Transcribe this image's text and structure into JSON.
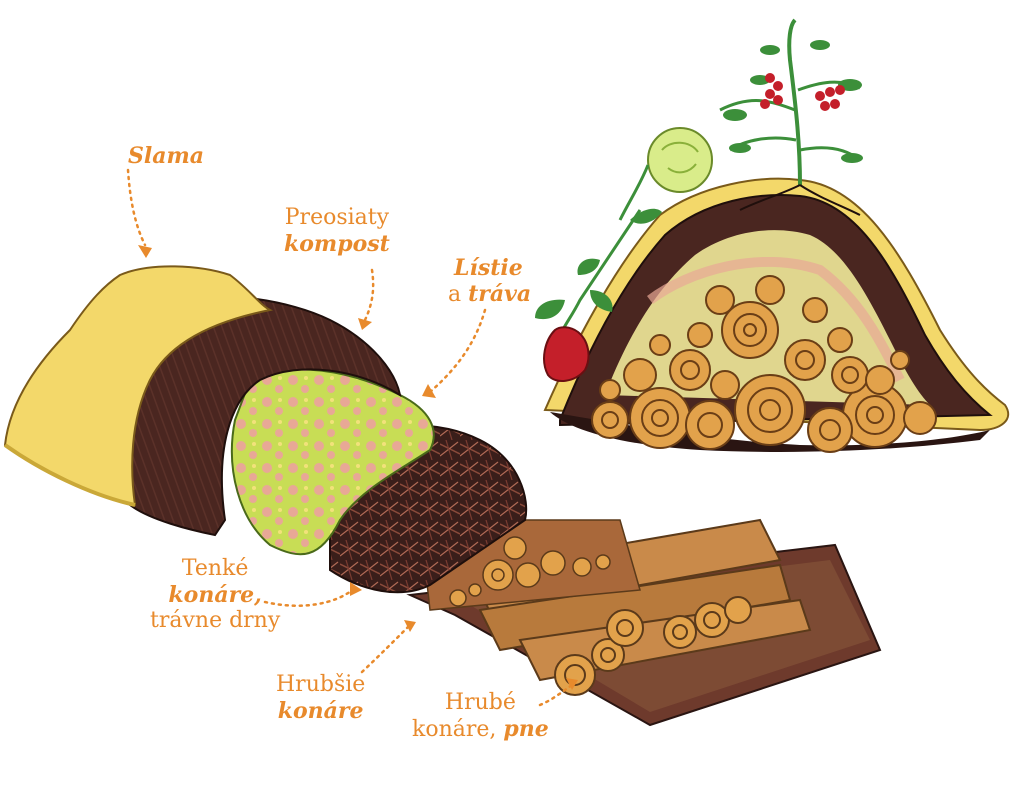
{
  "labels": {
    "slama": {
      "bold": "Slama"
    },
    "kompost": {
      "line1": "Preosiaty",
      "bold": "kompost"
    },
    "listie": {
      "bold1": "Lístie",
      "plain": "a",
      "bold2": "tráva"
    },
    "tenke": {
      "line1": "Tenké",
      "bold": "konáre,",
      "line3": "trávne drny"
    },
    "hrubsie": {
      "line1": "Hrubšie",
      "bold": "konáre"
    },
    "hrube": {
      "line1": "Hrubé",
      "plain2": "konáre,",
      "bold": "pne"
    }
  },
  "colors": {
    "label": "#e88a2c",
    "straw": "#f3d86a",
    "soil": "#4a2620",
    "wood": "#e2a24b",
    "leaf": "#b9d94a",
    "compost_pink": "#e8a896",
    "tomato": "#c41f2a",
    "plant_green": "#3c8f3a"
  },
  "icons": [
    "cabbage-icon",
    "tomato-plant-icon",
    "pepper-icon",
    "log-icon"
  ]
}
